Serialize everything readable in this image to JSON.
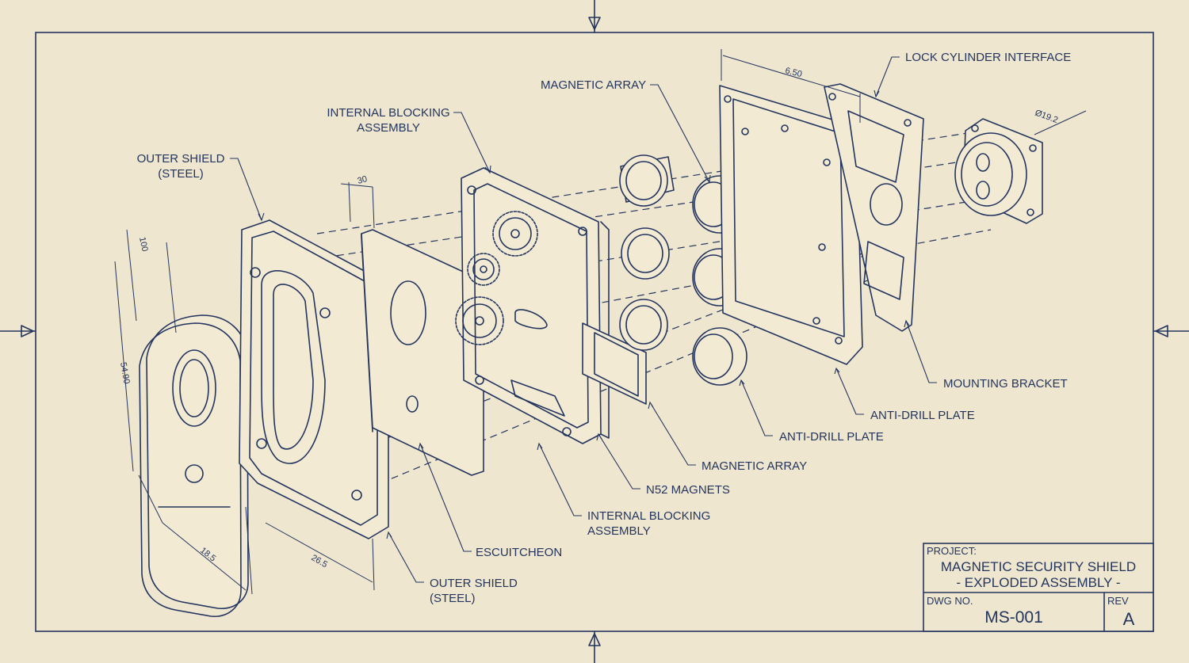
{
  "labels": {
    "outer_shield_top": [
      "OUTER SHIELD",
      "(STEEL)"
    ],
    "internal_blocking_top": [
      "INTERNAL BLOCKING",
      "ASSEMBLY"
    ],
    "magnetic_array_top": "MAGNETIC ARRAY",
    "lock_cylinder_interface": "LOCK CYLINDER INTERFACE",
    "mounting_bracket": "MOUNTING BRACKET",
    "anti_drill_plate_1": "ANTI-DRILL PLATE",
    "anti_drill_plate_2": "ANTI-DRILL PLATE",
    "magnetic_array_bottom": "MAGNETIC ARRAY",
    "n52_magnets": "N52 MAGNETS",
    "internal_blocking_bottom": [
      "INTERNAL BLOCKING",
      "ASSEMBLY"
    ],
    "escutcheon": "ESCUITCHEON",
    "outer_shield_bottom": [
      "OUTER SHIELD",
      "(STEEL)"
    ]
  },
  "dimensions": {
    "d_650": "6.50",
    "d_192": "Ø19.2",
    "d_30": "30",
    "d_100": "100",
    "d_5490": "54.90",
    "d_185": "18.5",
    "d_265": "26.5"
  },
  "title_block": {
    "project_label": "PROJECT:",
    "project_line1": "MAGNETIC SECURITY SHIELD",
    "project_line2": "- EXPLODED ASSEMBLY -",
    "dwg_label": "DWG NO.",
    "dwg_value": "MS-001",
    "rev_label": "REV",
    "rev_value": "A"
  },
  "colors": {
    "paper": "#efe6cf",
    "ink": "#23355f"
  }
}
